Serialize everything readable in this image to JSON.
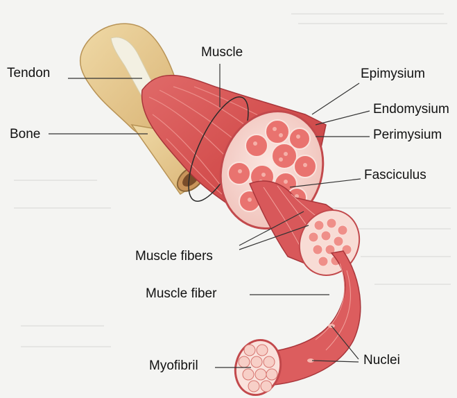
{
  "labels": {
    "tendon": "Tendon",
    "bone": "Bone",
    "muscle": "Muscle",
    "epimysium": "Epimysium",
    "endomysium": "Endomysium",
    "perimysium": "Perimysium",
    "fasciculus": "Fasciculus",
    "muscle_fibers": "Muscle fibers",
    "muscle_fiber": "Muscle fiber",
    "myofibril": "Myofibril",
    "nuclei": "Nuclei"
  },
  "colors": {
    "muscle": "#d9585a",
    "muscle_dark": "#b93c40",
    "muscle_light": "#f0a09c",
    "bone": "#e3c58e",
    "cut_face": "#f6d8d2",
    "leader": "#333333"
  }
}
